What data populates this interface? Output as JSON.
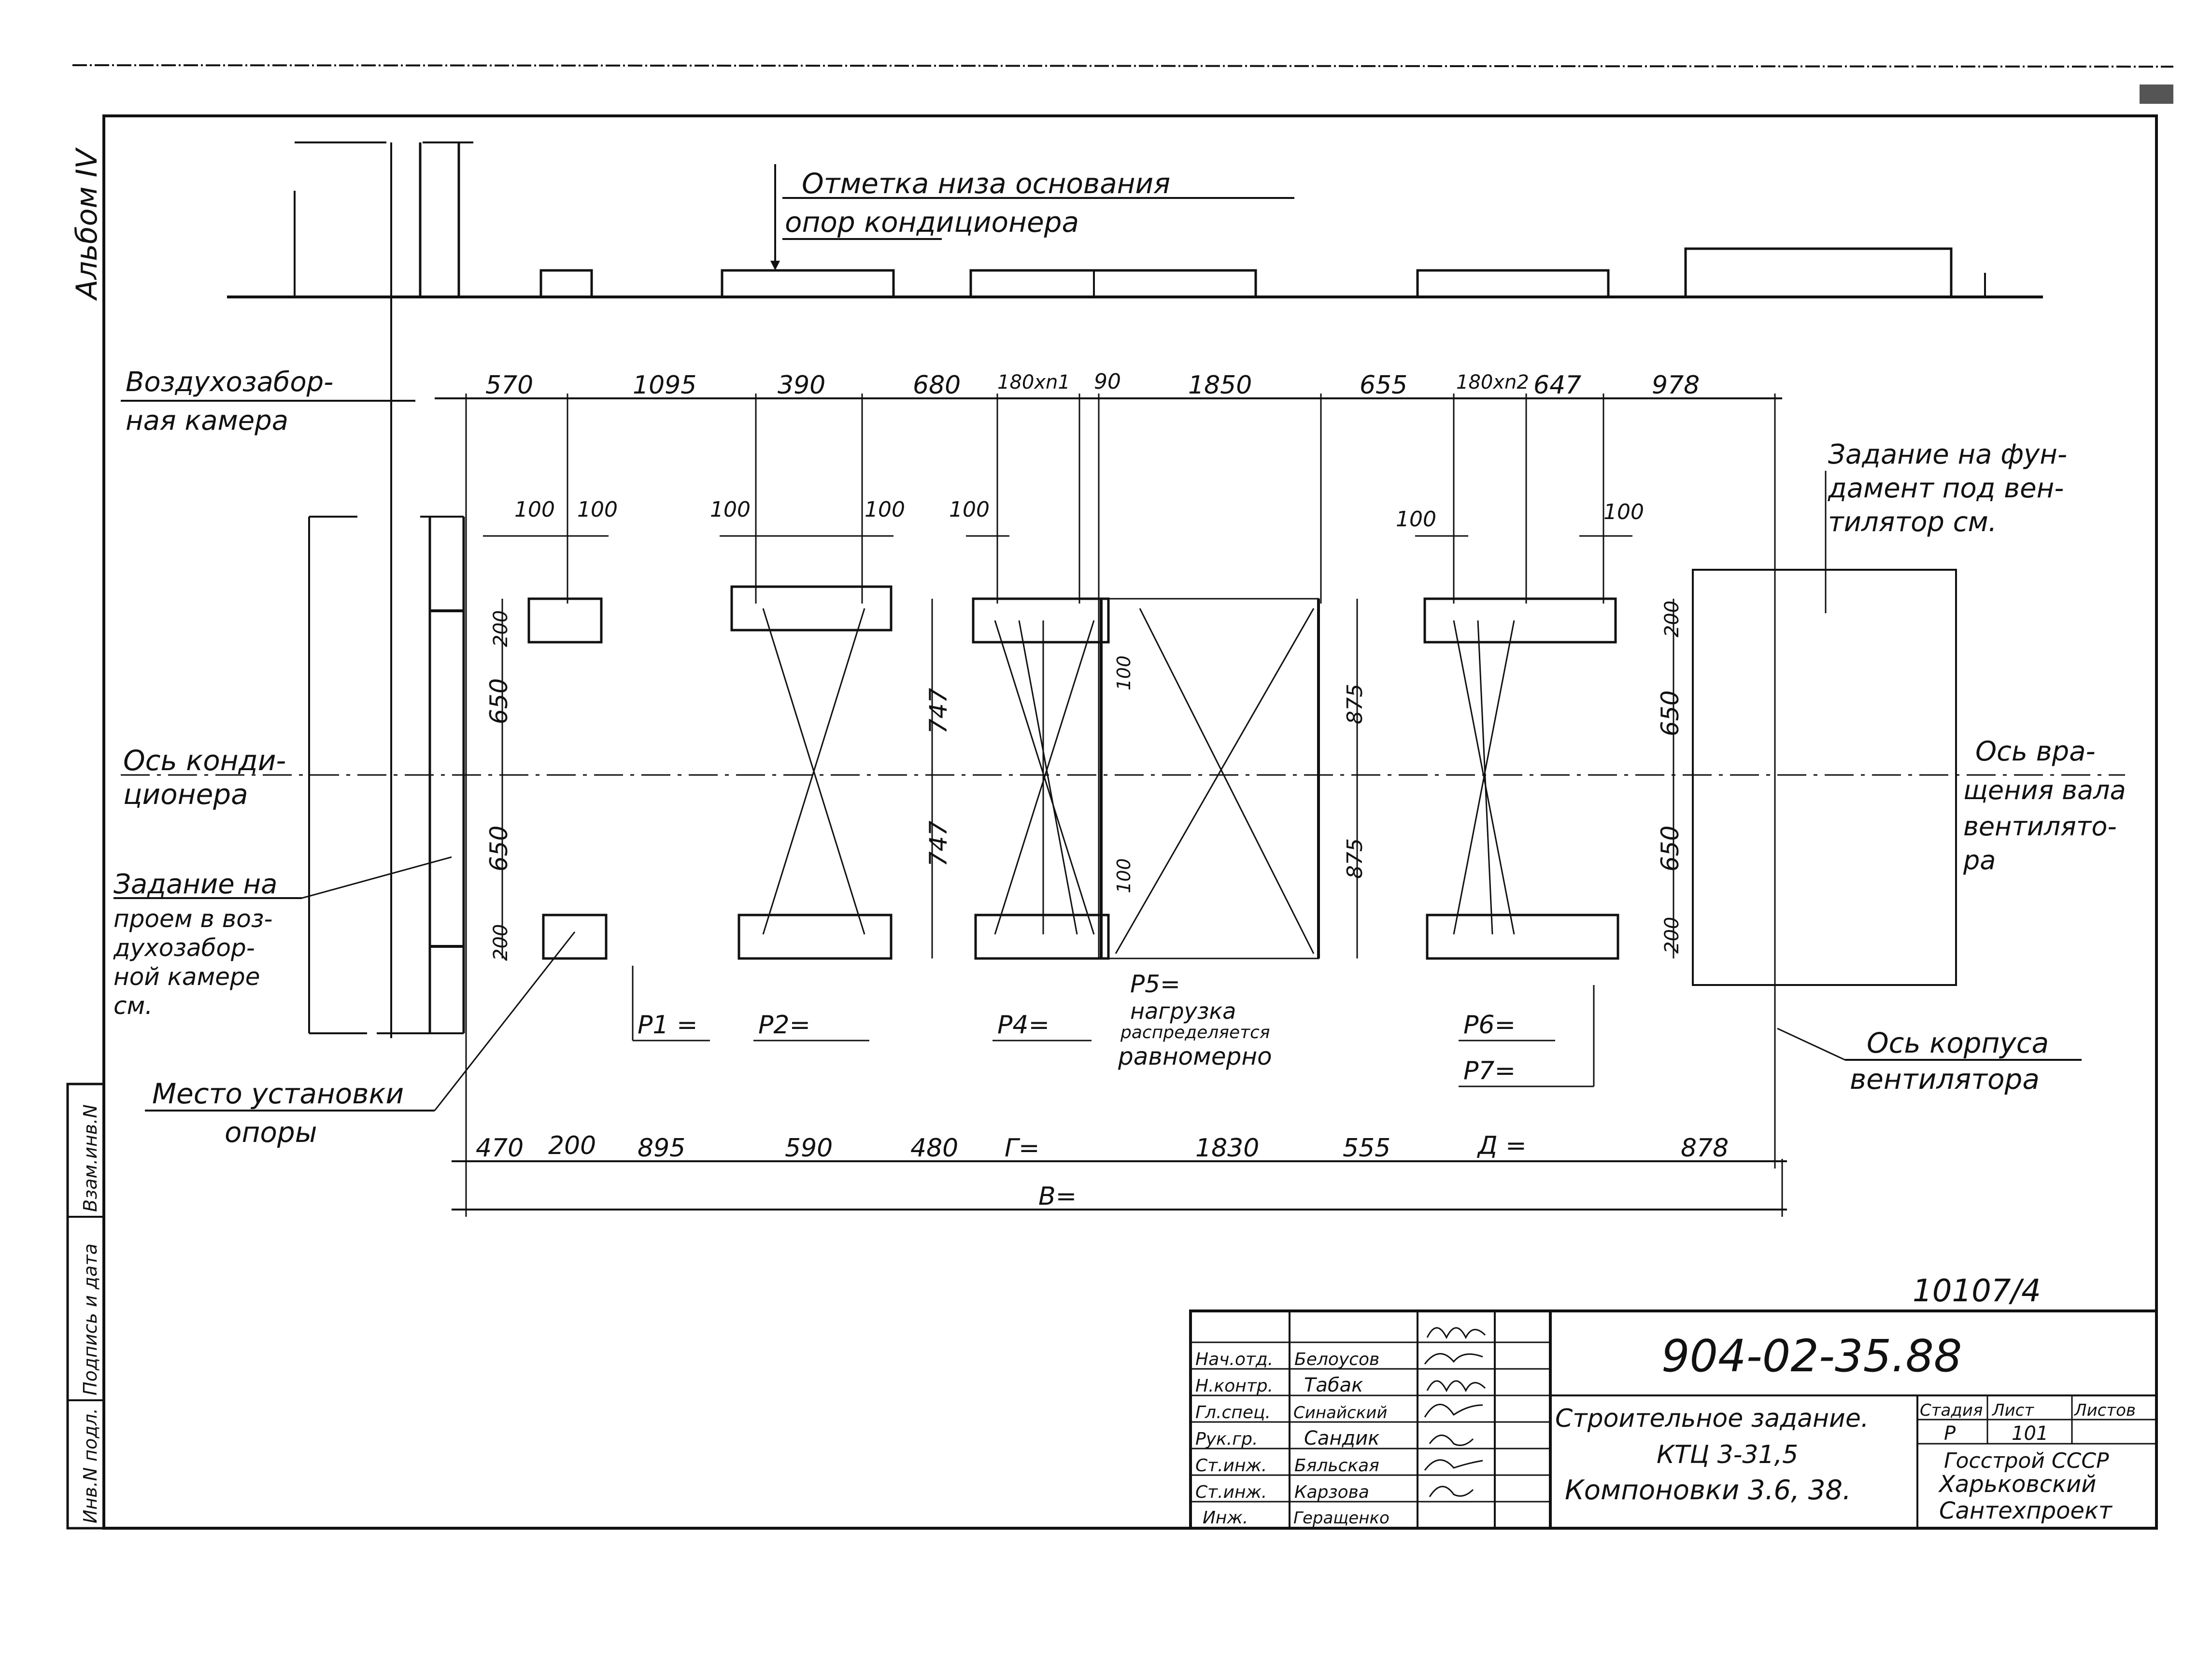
{
  "side": {
    "album": "Альбом IV",
    "stamp_inv": "Взам.инв.N",
    "stamp_sign": "Подпись и дата",
    "stamp_orig": "Инв.N подл."
  },
  "top_note": {
    "line1": "Отметка низа основания",
    "line2": "опор кондиционера"
  },
  "labels": {
    "air_intake_1": "Воздухозабор-",
    "air_intake_2": "ная камера",
    "axis_cond_1": "Ось конди-",
    "axis_cond_2": "ционера",
    "opening_1": "Задание на",
    "opening_2": "проем в воз-",
    "opening_3": "духозабор-",
    "opening_4": "ной камере",
    "opening_5": "см.",
    "support_1": "Место установки",
    "support_2": "опоры",
    "fan_task_1": "Задание на фун-",
    "fan_task_2": "дамент под вен-",
    "fan_task_3": "тилятор см.",
    "fan_axis_1": "Ось вра-",
    "fan_axis_2": "щения вала",
    "fan_axis_3": "вентилято-",
    "fan_axis_4": "ра",
    "fan_body_1": "Ось корпуса",
    "fan_body_2": "вентилятора",
    "p1": "P1 =",
    "p2": "P2=",
    "p4": "P4=",
    "p5a": "P5=",
    "p5b": "нагрузка",
    "p5c": "распределяется",
    "p5d": "равномерно",
    "p6": "P6=",
    "p7": "P7="
  },
  "dims_top": [
    "570",
    "1095",
    "390",
    "680",
    "180xn1",
    "90",
    "1850",
    "655",
    "180xn2",
    "647",
    "978"
  ],
  "dims_bottom": [
    "470",
    "200",
    "895",
    "590",
    "480",
    "Г=",
    "1830",
    "555",
    "Д =",
    "878"
  ],
  "dims_total": "В=",
  "dims_100": "100",
  "dims_200": "200",
  "dims_650": "650",
  "dims_747": "747",
  "dims_875": "875",
  "sheet_no": "10107/4",
  "title_block": {
    "code": "904-02-35.88",
    "roles": [
      "Нач.отд.",
      "Н.контр.",
      "Гл.спец.",
      "Рук.гр.",
      "Ст.инж.",
      "Ст.инж.",
      "Инж."
    ],
    "names": [
      "Белоусов",
      "Табак",
      "Синайский",
      "Сандик",
      "Бяльская",
      "Карзова",
      "Геращенко"
    ],
    "title_1": "Строительное задание.",
    "title_2": "КТЦ 3-31,5",
    "title_3": "Компоновки 3.6, 38.",
    "h_stage": "Стадия",
    "h_sheet": "Лист",
    "h_sheets": "Листов",
    "stage": "Р",
    "sheet": "101",
    "org_1": "Госстрой СССР",
    "org_2": "Харьковский",
    "org_3": "Сантехпроект"
  }
}
